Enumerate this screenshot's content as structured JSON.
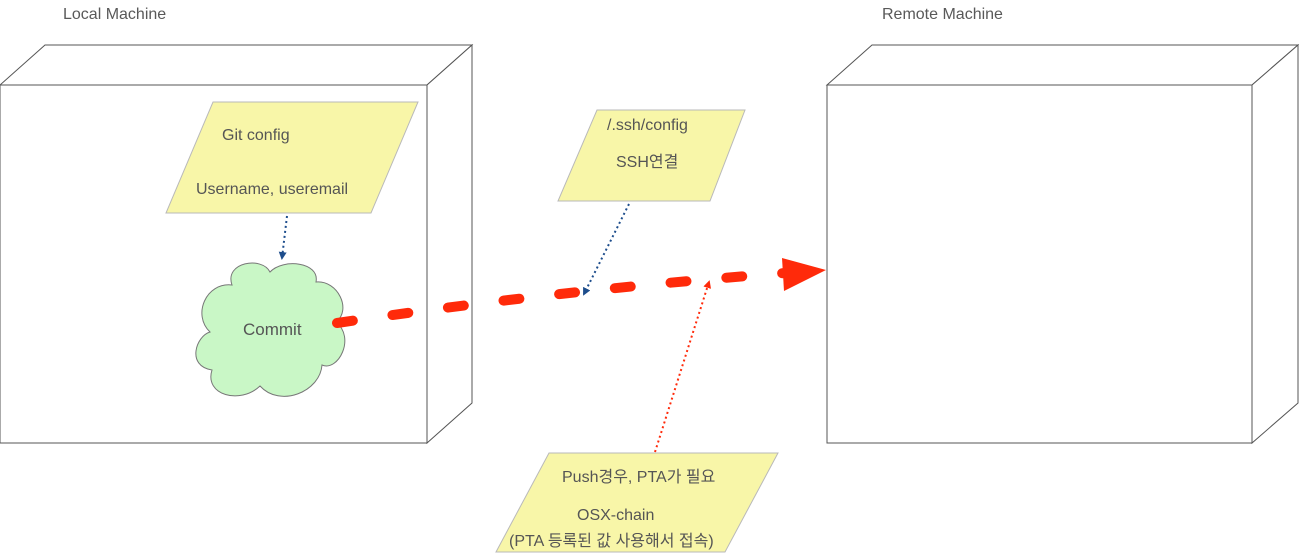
{
  "local_machine": {
    "label": "Local Machine"
  },
  "remote_machine": {
    "label": "Remote Machine"
  },
  "git_config_note": {
    "line1": "Git config",
    "line2": "Username, useremail"
  },
  "commit_cloud": {
    "label": "Commit"
  },
  "ssh_note": {
    "line1": "/.ssh/config",
    "line2": "SSH연결"
  },
  "push_note": {
    "line1": "Push경우, PTA가 필요",
    "line2": "OSX-chain",
    "line3": "(PTA 등록된 값 사용해서 접속)"
  },
  "colors": {
    "note_fill": "#f8f6a8",
    "cloud_fill": "#c9f7c6",
    "push_arrow": "#ff2a0a",
    "blue_arrow": "#1d4d8c",
    "box_stroke": "#555555"
  }
}
